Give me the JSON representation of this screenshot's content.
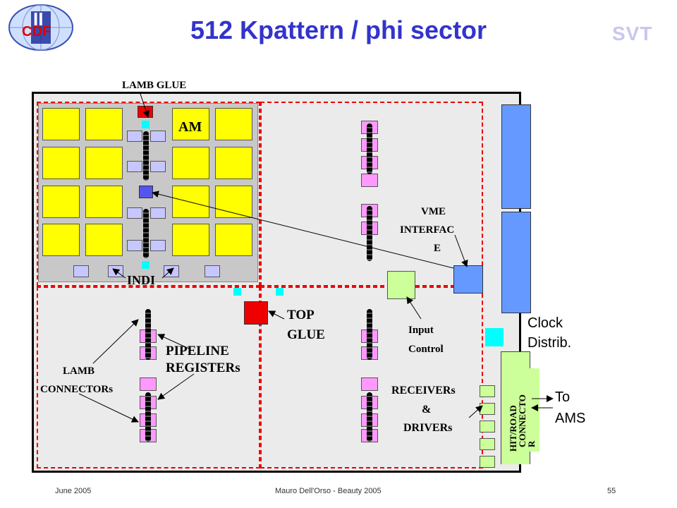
{
  "slide": {
    "title": "512 Kpattern / phi sector",
    "logo_left_text": "CDF",
    "logo_left_numeral": "II",
    "logo_right_text": "SVT"
  },
  "labels": {
    "lamb_glue": "LAMB GLUE",
    "am": "AM",
    "indi": "INDI",
    "vme_line1": "VME",
    "vme_line2": "INTERFAC",
    "vme_line3": "E",
    "top_line1": "TOP",
    "top_line2": "GLUE",
    "input_line1": "Input",
    "input_line2": "Control",
    "pipeline_line1": "PIPELINE",
    "pipeline_line2": "REGISTERs",
    "lamb_conn_line1": "LAMB",
    "lamb_conn_line2": "CONNECTORs",
    "receivers_line1": "RECEIVERs",
    "receivers_line2": "&",
    "receivers_line3": "DRIVERs",
    "clock_line1": "Clock",
    "clock_line2": "Distrib.",
    "hitroad_line1": "HIT/ROAD",
    "hitroad_line2": "CONNECTO",
    "hitroad_line3": "R",
    "toams_line1": "To",
    "toams_line2": "AMS"
  },
  "footer": {
    "date": "June 2005",
    "author": "Mauro Dell'Orso - Beauty 2005",
    "page": "55"
  },
  "colors": {
    "title": "#3333cc",
    "am_chip": "#ffff00",
    "dashed_region": "#ee0000",
    "bus_connector": "#6699ff",
    "pipeline_register": "#ff99ff",
    "transceiver": "#ccff99",
    "clock_chip": "#00ffff",
    "glue_chip": "#ee0000"
  }
}
